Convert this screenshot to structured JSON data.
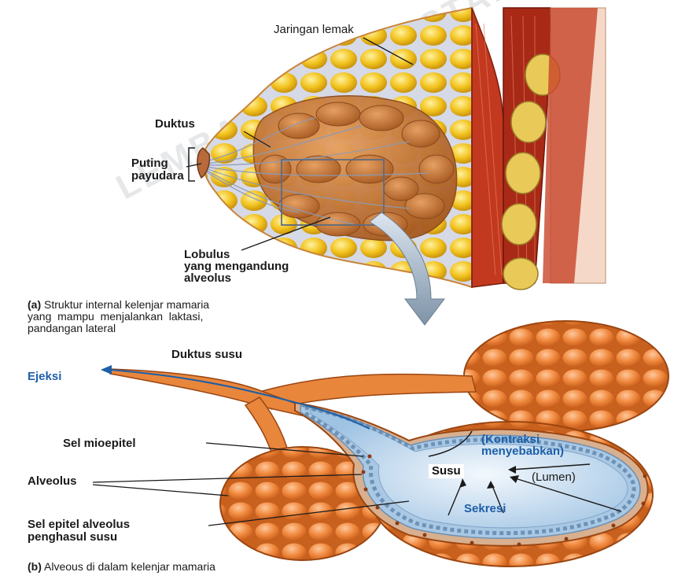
{
  "watermark": {
    "line1": "LEMBAGA PERPUSTAKAAN DAN PENERBITAN"
  },
  "panel_a": {
    "labels": {
      "fat": "Jaringan lemak",
      "duct": "Duktus",
      "nipple_1": "Puting",
      "nipple_2": "payudara",
      "lobule_1": "Lobulus",
      "lobule_2": "yang mengandung",
      "lobule_3": "alveolus"
    },
    "caption_tag": "(a)",
    "caption_1": "Struktur internal kelenjar mamaria",
    "caption_2": "yang  mampu  menjalankan  laktasi,",
    "caption_3": "pandangan lateral"
  },
  "panel_b": {
    "labels": {
      "milk_duct": "Duktus susu",
      "ejection": "Ejeksi",
      "myoepithelial": "Sel mioepitel",
      "contraction_1": "(Kontraksi",
      "contraction_2": "menyebabkan)",
      "alveolus": "Alveolus",
      "milk": "Susu",
      "lumen": "(Lumen)",
      "secretion": "Sekresi",
      "epithelial_1": "Sel epitel alveolus",
      "epithelial_2": "penghasul susu"
    },
    "caption_tag": "(b)",
    "caption": "Alveous di dalam kelenjar mamaria"
  },
  "colors": {
    "fat": "#f2c21c",
    "lobule": "#c8742e",
    "muscle": "#b8321e",
    "alveolus": "#e07a30",
    "lumen": "#bcd6ec",
    "blue_label": "#1d5fa8"
  }
}
